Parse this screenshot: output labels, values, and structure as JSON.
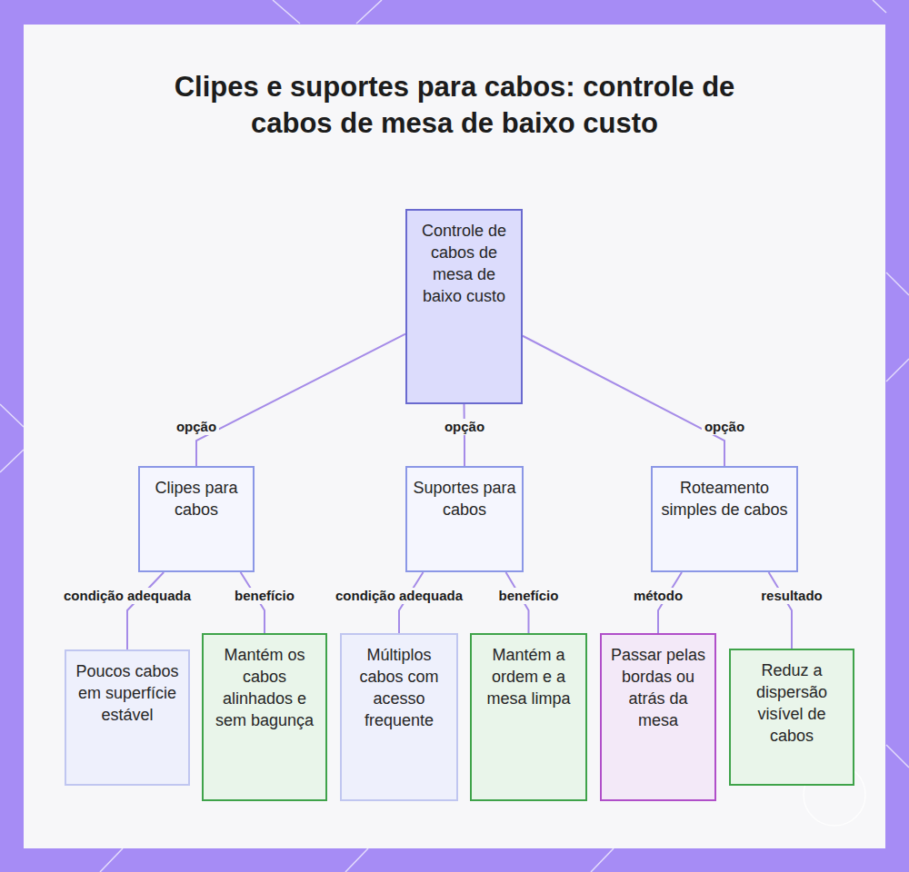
{
  "diagram": {
    "title": "Clipes e suportes para cabos: controle de cabos de mesa de baixo custo",
    "nodes": [
      {
        "text": [
          "Controle de cabos de mesa de baixo custo"
        ]
      },
      {
        "text": [
          "Clipes para cabos"
        ]
      },
      {
        "text": [
          "Suportes para cabos"
        ]
      },
      {
        "text": [
          "Roteamento simples de cabos"
        ]
      },
      {
        "text": [
          "Poucos cabos em superfície estável"
        ]
      },
      {
        "text": [
          "Mantém os cabos alinhados e sem bagunça"
        ]
      },
      {
        "text": [
          "Múltiplos cabos com acesso frequente"
        ]
      },
      {
        "text": [
          "Mantém a ordem e a mesa limpa"
        ]
      },
      {
        "text": [
          "Passar pelas bordas ou atrás da mesa"
        ]
      },
      {
        "text": [
          "Reduz a dispersão visível de cabos"
        ]
      }
    ],
    "edges": [
      {
        "from": 0,
        "to": 1,
        "label": "opção",
        "arrow": "none"
      },
      {
        "from": 0,
        "to": 2,
        "label": "opção",
        "arrow": "none"
      },
      {
        "from": 0,
        "to": 3,
        "label": "opção",
        "arrow": "none"
      },
      {
        "from": 1,
        "to": 4,
        "label": "condição adequada",
        "arrow": "none"
      },
      {
        "from": 1,
        "to": 5,
        "label": "benefício",
        "arrow": "none"
      },
      {
        "from": 2,
        "to": 6,
        "label": "condição adequada",
        "arrow": "none"
      },
      {
        "from": 2,
        "to": 7,
        "label": "benefício",
        "arrow": "none"
      },
      {
        "from": 3,
        "to": 8,
        "label": "método",
        "arrow": "none"
      },
      {
        "from": 3,
        "to": 9,
        "label": "resultado",
        "arrow": "none"
      }
    ]
  }
}
